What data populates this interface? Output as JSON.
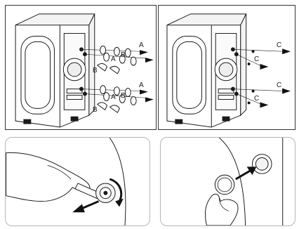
{
  "diagram": {
    "labels": {
      "A": "A",
      "B": "B",
      "C": "C"
    },
    "colors": {
      "line": "#1a1a1a",
      "panel_border": "#333333",
      "rounded_border": "#b5b5b5",
      "fill_light": "#f3f3f3",
      "arrow": "#111111"
    }
  }
}
